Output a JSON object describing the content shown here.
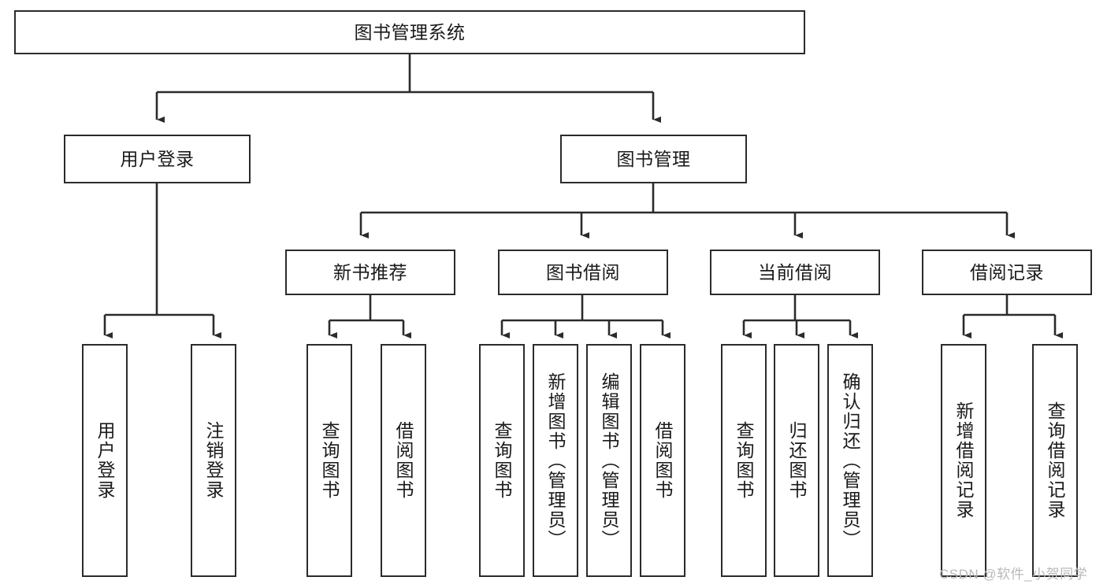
{
  "diagram": {
    "title": "图书管理系统",
    "level2": [
      {
        "id": "user-login",
        "label": "用户登录"
      },
      {
        "id": "book-manage",
        "label": "图书管理"
      }
    ],
    "level3": [
      {
        "id": "new-book-recommend",
        "label": "新书推荐"
      },
      {
        "id": "book-borrow",
        "label": "图书借阅"
      },
      {
        "id": "current-borrow",
        "label": "当前借阅"
      },
      {
        "id": "borrow-record",
        "label": "借阅记录"
      }
    ],
    "leaves": {
      "user_login": [
        {
          "id": "leaf-user-login",
          "label": "用户登录"
        },
        {
          "id": "leaf-logout-login",
          "label": "注销登录"
        }
      ],
      "new_book_recommend": [
        {
          "id": "leaf-query-book-1",
          "label": "查询图书"
        },
        {
          "id": "leaf-borrow-book-1",
          "label": "借阅图书"
        }
      ],
      "book_borrow": [
        {
          "id": "leaf-query-book-2",
          "label": "查询图书"
        },
        {
          "id": "leaf-add-book",
          "label": "新增图书（管理员）"
        },
        {
          "id": "leaf-edit-book",
          "label": "编辑图书（管理员）"
        },
        {
          "id": "leaf-borrow-book-2",
          "label": "借阅图书"
        }
      ],
      "current_borrow": [
        {
          "id": "leaf-query-book-3",
          "label": "查询图书"
        },
        {
          "id": "leaf-return-book",
          "label": "归还图书"
        },
        {
          "id": "leaf-confirm-return",
          "label": "确认归还（管理员）"
        }
      ],
      "borrow_record": [
        {
          "id": "leaf-add-record",
          "label": "新增借阅记录"
        },
        {
          "id": "leaf-query-record",
          "label": "查询借阅记录"
        }
      ]
    }
  },
  "watermark": {
    "text": "CSDN @软件_小贺同学"
  },
  "colors": {
    "stroke": "#2b2b2b",
    "background": "#ffffff",
    "text": "#1a1a1a",
    "watermark": "#b9b9b9"
  }
}
